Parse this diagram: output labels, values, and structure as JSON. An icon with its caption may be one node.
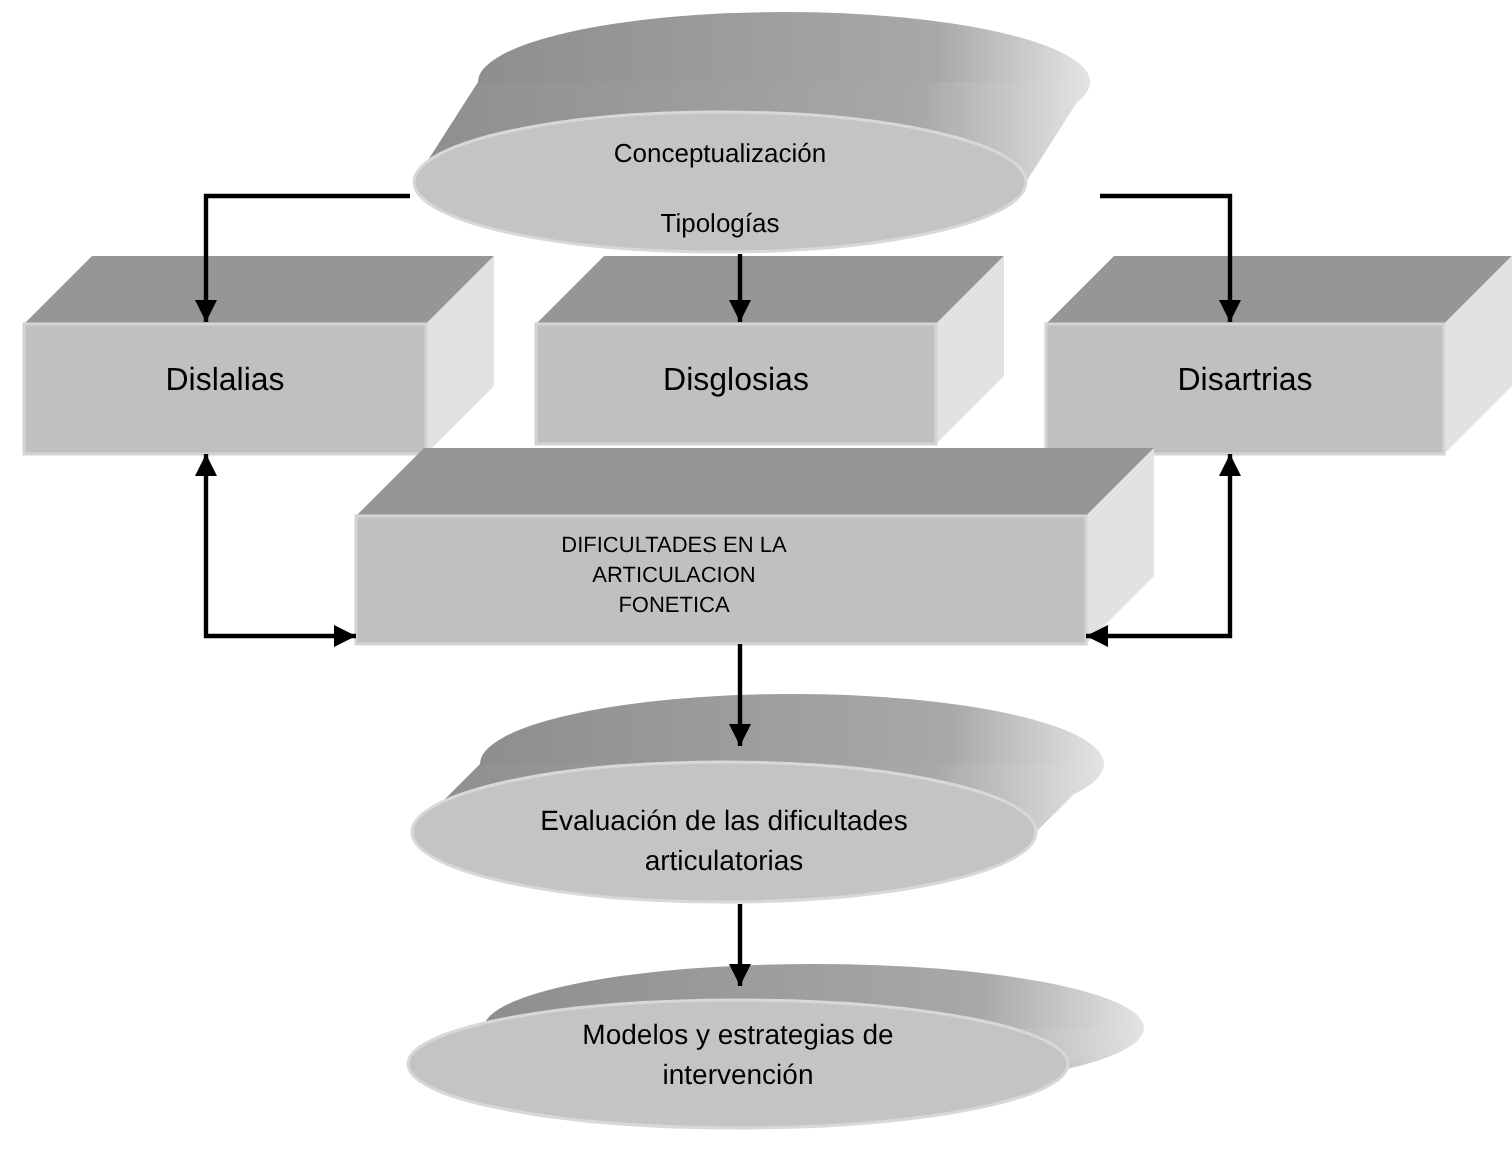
{
  "diagram": {
    "nodes": [
      {
        "text": [
          "Conceptualización",
          "Tipologías"
        ]
      },
      {
        "text": [
          "Dislalias"
        ]
      },
      {
        "text": [
          "Disglosias"
        ]
      },
      {
        "text": [
          "Disartrias"
        ]
      },
      {
        "text": [
          "DIFICULTADES EN LA ARTICULACION FONETICA"
        ]
      },
      {
        "text": [
          "Evaluación de las dificultades articulatorias"
        ]
      },
      {
        "text": [
          "Modelos y estrategias de intervención"
        ]
      }
    ],
    "edges": [
      {
        "from": 0,
        "to": 1,
        "arrow": "to"
      },
      {
        "from": 0,
        "to": 2,
        "arrow": "to"
      },
      {
        "from": 0,
        "to": 3,
        "arrow": "to"
      },
      {
        "from": 4,
        "to": 1,
        "arrow": "both"
      },
      {
        "from": 4,
        "to": 3,
        "arrow": "both"
      },
      {
        "from": 4,
        "to": 5,
        "arrow": "to"
      },
      {
        "from": 5,
        "to": 6,
        "arrow": "to"
      }
    ]
  }
}
